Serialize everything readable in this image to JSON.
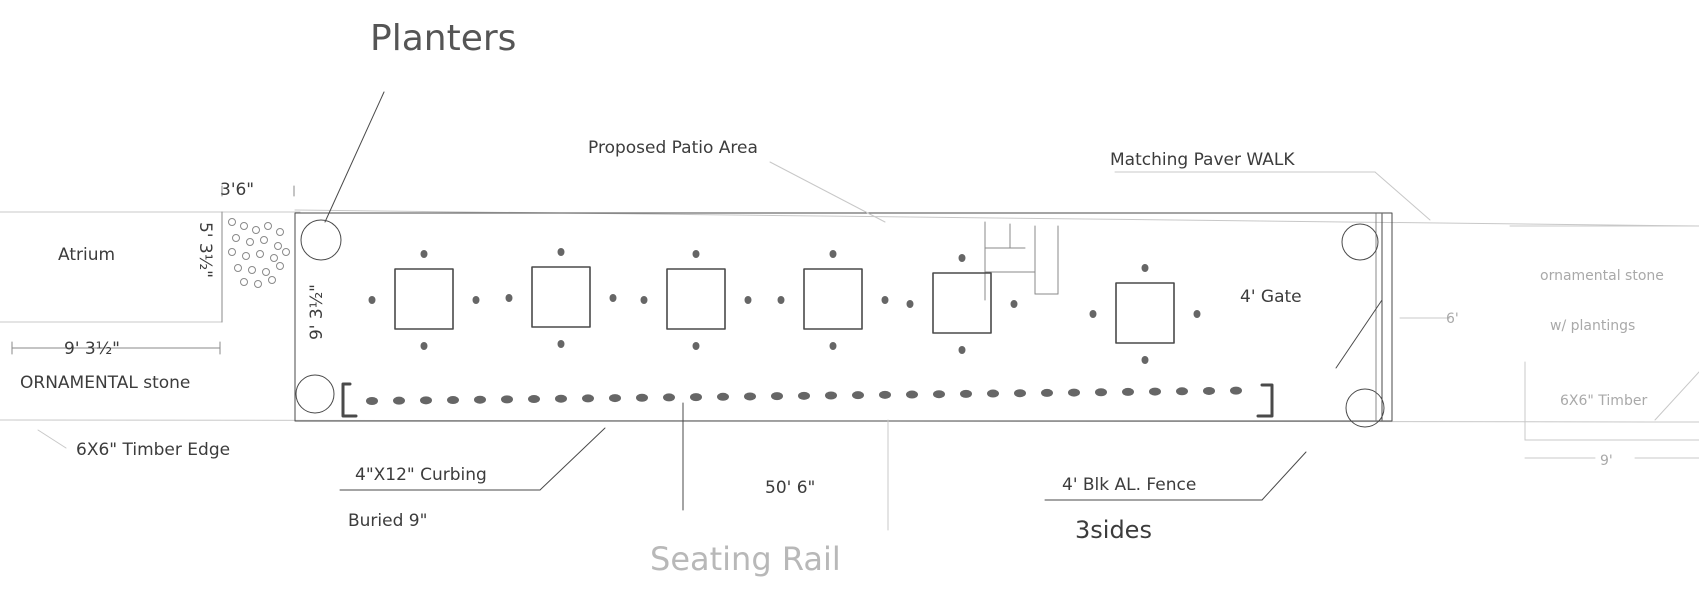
{
  "labels": {
    "planters": "Planters",
    "proposed_patio": "Proposed Patio Area",
    "matching_paver": "Matching Paver WALK",
    "atrium": "Atrium",
    "dim_3_6": "3'6\"",
    "dim_5_3_half": "5' 3½\"",
    "dim_9_3_half_left": "9' 3½\"",
    "dim_9_3_half_vert": "9' 3½\"",
    "ornamental_stone": "ORNAMENTAL stone",
    "timber_edge": "6X6\" Timber Edge",
    "curbing": "4\"X12\" Curbing",
    "buried": "Buried 9\"",
    "length_50_6": "50' 6\"",
    "seating_rail": "Seating Rail",
    "fence": "4' Blk AL. Fence",
    "three_sides": "3sides",
    "gate": "4' Gate",
    "dim_6": "6'",
    "right_ornamental": "ornamental stone",
    "right_plantings": "w/ plantings",
    "right_timber": "6X6\" Timber",
    "dim_9": "9'"
  },
  "colors": {
    "ink": "#4a4a4a",
    "pencil_light": "#8a8a8a",
    "faint": "#c8c8c8",
    "dot_fill": "#666666"
  }
}
